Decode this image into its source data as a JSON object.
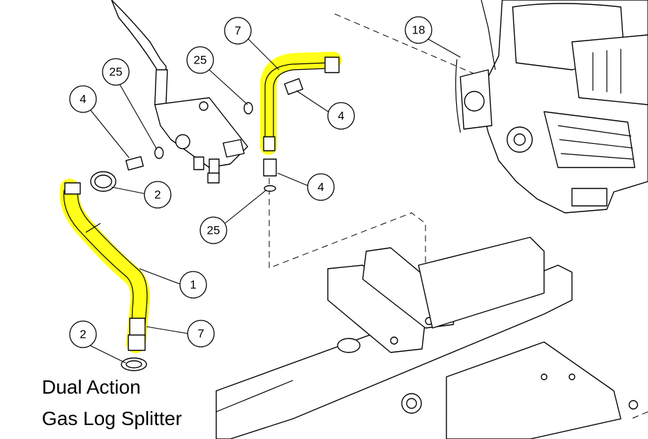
{
  "caption": {
    "line1": "Dual Action",
    "line2": "Gas Log Splitter"
  },
  "highlight_color": "#ffff00",
  "callouts": [
    {
      "id": "c-7-top",
      "label": "7"
    },
    {
      "id": "c-25-a",
      "label": "25"
    },
    {
      "id": "c-25-b",
      "label": "25"
    },
    {
      "id": "c-4-a",
      "label": "4"
    },
    {
      "id": "c-4-b",
      "label": "4"
    },
    {
      "id": "c-4-c",
      "label": "4"
    },
    {
      "id": "c-2-a",
      "label": "2"
    },
    {
      "id": "c-25-c",
      "label": "25"
    },
    {
      "id": "c-1",
      "label": "1"
    },
    {
      "id": "c-7-bottom",
      "label": "7"
    },
    {
      "id": "c-2-b",
      "label": "2"
    },
    {
      "id": "c-18",
      "label": "18"
    }
  ]
}
